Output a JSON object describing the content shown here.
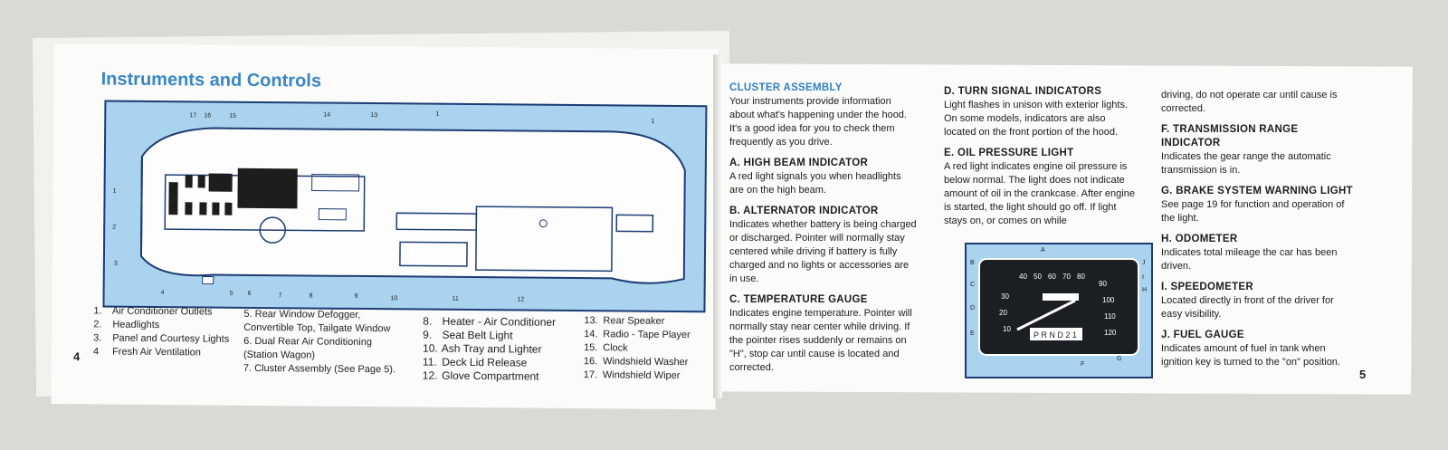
{
  "left_page": {
    "title": "Instruments and Controls",
    "page_number": "4",
    "callouts": [
      "17",
      "16",
      "15",
      "14",
      "13",
      "1",
      "1",
      "1",
      "2",
      "3",
      "4",
      "5",
      "6",
      "7",
      "8",
      "9",
      "10",
      "11",
      "12"
    ],
    "legend": [
      [
        "1.",
        "Air Conditioner Outlets"
      ],
      [
        "2.",
        "Headlights"
      ],
      [
        "3.",
        "Panel and Courtesy Lights"
      ],
      [
        "4",
        "Fresh Air Ventilation"
      ],
      [
        "5.",
        "Rear Window Defogger,"
      ],
      [
        "",
        "Convertible Top, Tailgate Window"
      ],
      [
        "6.",
        "Dual Rear Air Conditioning"
      ],
      [
        "",
        "(Station Wagon)"
      ],
      [
        "7.",
        "Cluster Assembly (See Page 5)."
      ],
      [
        "8.",
        "Heater - Air Conditioner"
      ],
      [
        "9.",
        "Seat Belt Light"
      ],
      [
        "10.",
        "Ash Tray and Lighter"
      ],
      [
        "11.",
        "Deck Lid Release"
      ],
      [
        "12.",
        "Glove Compartment"
      ],
      [
        "13.",
        "Rear Speaker"
      ],
      [
        "14.",
        "Radio - Tape Player"
      ],
      [
        "15.",
        "Clock"
      ],
      [
        "16.",
        "Windshield Washer"
      ],
      [
        "17.",
        "Windshield Wiper"
      ]
    ]
  },
  "right_page": {
    "page_number": "5",
    "cluster_heading": "CLUSTER ASSEMBLY",
    "cluster_text": "Your instruments provide information about what's happening under the hood. It's a good idea for you to check them frequently as you drive.",
    "a_head": "A. HIGH BEAM INDICATOR",
    "a_text": "A red light signals you when headlights are on the high beam.",
    "b_head": "B. ALTERNATOR INDICATOR",
    "b_text": "Indicates whether battery is being charged or discharged. Pointer will normally stay centered while driving if battery is fully charged and no lights or accessories are in use.",
    "c_head": "C. TEMPERATURE GAUGE",
    "c_text": "Indicates engine temperature. Pointer will normally stay near center while driving. If the pointer rises suddenly or remains on \"H\", stop car until cause is located and corrected.",
    "d_head": "D. TURN SIGNAL INDICATORS",
    "d_text": "Light flashes in unison with exterior lights. On some models, indicators are also located on the front portion of the hood.",
    "e_head": "E. OIL PRESSURE LIGHT",
    "e_text": "A red light indicates engine oil pressure is below normal. The light does not indicate amount of oil in the crankcase. After engine is started, the light should go off. If light stays on, or comes on while",
    "e_cont": "driving, do not operate car until cause is corrected.",
    "f_head": "F. TRANSMISSION RANGE INDICATOR",
    "f_text": "Indicates the gear range the automatic transmission is in.",
    "g_head": "G. BRAKE SYSTEM WARNING LIGHT",
    "g_text": "See page 19 for function and operation of the light.",
    "h_head": "H. ODOMETER",
    "h_text": "Indicates total mileage the car has been driven.",
    "i_head": "I. SPEEDOMETER",
    "i_text": "Located directly in front of the driver for easy visibility.",
    "j_head": "J. FUEL GAUGE",
    "j_text": "Indicates amount of fuel in tank when ignition key is turned to the \"on\" position.",
    "gauge_labels": [
      "A",
      "B",
      "C",
      "D",
      "E",
      "F",
      "G",
      "H",
      "I",
      "J"
    ],
    "speed_marks": [
      "10",
      "20",
      "30",
      "40",
      "50",
      "60",
      "70",
      "80",
      "90",
      "100",
      "110",
      "120"
    ],
    "prndl": "P R N D 2 1"
  }
}
